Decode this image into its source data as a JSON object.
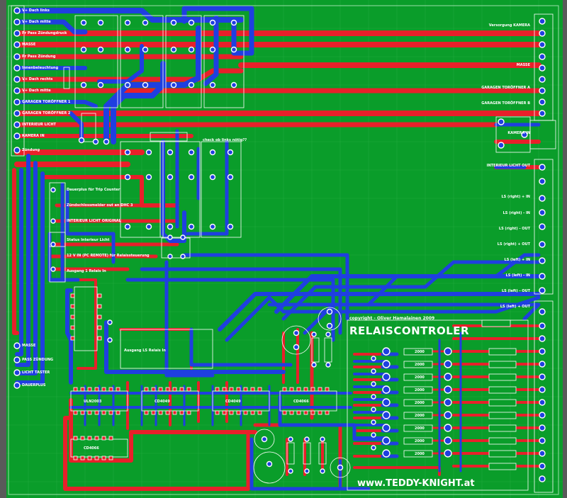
{
  "colors": {
    "board": "#0a9d2a",
    "top_copper": "#e8202a",
    "bottom_copper": "#1f3fe0",
    "silkscreen": "#ffffff",
    "grid": "#2fb84a"
  },
  "left_connector": {
    "labels": [
      "V+ Dach links",
      "V+ Dach mitte",
      "Pr Pass Zündungdruck",
      "MASSE",
      "Pr Pass Zündung",
      "Innenbeleuchtung",
      "V+ Dach rechts",
      "V+ Dach mitte",
      "GARAGEN TORÖFFNER 1",
      "GARAGEN TORÖFFNER 2",
      "INTERIEUR LICHT",
      "KAMERA IN",
      "Zündung"
    ]
  },
  "left_bottom_connector": {
    "labels": [
      "MASSE",
      "PASS ZÜNDUNG",
      "LICHT TASTER",
      "DAUERPLUS"
    ]
  },
  "right_connector": {
    "labels": [
      "Versorgung KAMERA",
      "MASSE",
      "GARAGEN TORÖFFNER A",
      "GARAGEN TORÖFFNER B",
      "KAMERA IN",
      "INTERIEUR LICHT OUT",
      "LS (right) + IN",
      "LS (right) - IN",
      "LS (right) - OUT",
      "LS (right) + OUT",
      "LS (left) + IN",
      "LS (left) - IN",
      "LS (left) - OUT",
      "LS (left) + OUT"
    ]
  },
  "middle_notes": {
    "check": "check ob links nötig??",
    "dauerplus": "Dauerplus für Trip Counter",
    "zuendung": "Zündschlossmelder out an DHC 3",
    "interieur": "INTERIEUR LICHT ORIGINAL",
    "status": "Status Interieur Licht",
    "remote": "12 V IN (PC REMOTE) für Relaissteuerung",
    "ausgang_1": "Ausgang 1 Relais In",
    "ausgang_2": "Ausgang LS Relais In"
  },
  "ics": {
    "labels": [
      "ULN2003",
      "CD4049",
      "CD4049",
      "CD4066",
      "CD4066"
    ]
  },
  "copyright": "copyright - Oliver Hamalainen 2009",
  "title": "RELAISCONTROLER",
  "website": "www.TEDDY-KNIGHT.at",
  "relay_value": "2000"
}
